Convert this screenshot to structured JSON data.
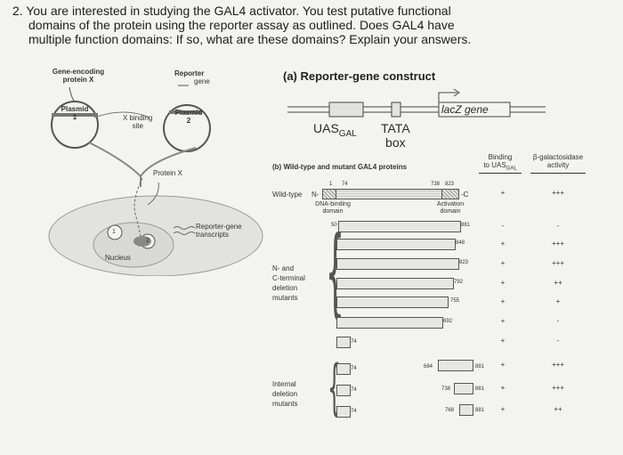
{
  "question": {
    "lines": [
      "2. You are interested in studying the GAL4 activator. You test putative functional",
      "domains of the protein using the reporter assay as outlined. Does GAL4 have",
      "multiple function domains: If so, what are these domains? Explain your answers."
    ]
  },
  "left": {
    "gene_encoding": "Gene-encoding",
    "protein_x": "protein X",
    "reporter": "Reporter",
    "gene": "gene",
    "plasmid1": "Plasmid",
    "plasmid1_num": "1",
    "plasmid2": "Plasmid",
    "plasmid2_num": "2",
    "x_binding": "X binding",
    "site": "site",
    "protein_x_label": "Protein X",
    "reporter_gene": "Reporter-gene",
    "transcripts": "transcripts",
    "nucleus": "Nucleus",
    "circle1": "1",
    "circle2": "2"
  },
  "panel_a": {
    "title": "(a) Reporter-gene construct",
    "lacz": "lacZ gene",
    "uas": "UAS",
    "gal": "GAL",
    "tata": "TATA",
    "box": "box"
  },
  "panel_b": {
    "title": "(b) Wild-type and mutant GAL4 proteins",
    "col_binding": "Binding",
    "col_binding2": "to UAS",
    "col_gal": "GAL",
    "col_bgal": "β-galactosidase",
    "col_activity": "activity",
    "wildtype": "Wild-type",
    "n": "N-",
    "c": "-C",
    "n1": "1",
    "n74": "74",
    "n738": "738",
    "n823": "823",
    "dna_binding": "DNA-binding",
    "domain": "domain",
    "activation": "Activation",
    "domain2": "domain",
    "nc_label": [
      "N- and",
      "C-terminal",
      "deletion",
      "mutants"
    ],
    "internal_label": [
      "Internal",
      "deletion",
      "mutants"
    ],
    "wt_binding": "+",
    "wt_activity": "+++",
    "nc_rows": [
      {
        "start": "50",
        "end": "881",
        "binding": "-",
        "activity": "-"
      },
      {
        "start": "",
        "end": "848",
        "binding": "+",
        "activity": "+++"
      },
      {
        "start": "",
        "end": "823",
        "binding": "+",
        "activity": "+++"
      },
      {
        "start": "",
        "end": "792",
        "binding": "+",
        "activity": "++"
      },
      {
        "start": "",
        "end": "755",
        "binding": "+",
        "activity": "+"
      },
      {
        "start": "",
        "end": "692",
        "binding": "+",
        "activity": "-"
      },
      {
        "start": "",
        "end": "74",
        "binding": "+",
        "activity": "-"
      }
    ],
    "internal_rows": [
      {
        "a": "74",
        "b": "684",
        "c": "881",
        "binding": "+",
        "activity": "+++"
      },
      {
        "a": "74",
        "b": "738",
        "c": "881",
        "binding": "+",
        "activity": "+++"
      },
      {
        "a": "74",
        "b": "768",
        "c": "881",
        "binding": "+",
        "activity": "++"
      }
    ]
  }
}
